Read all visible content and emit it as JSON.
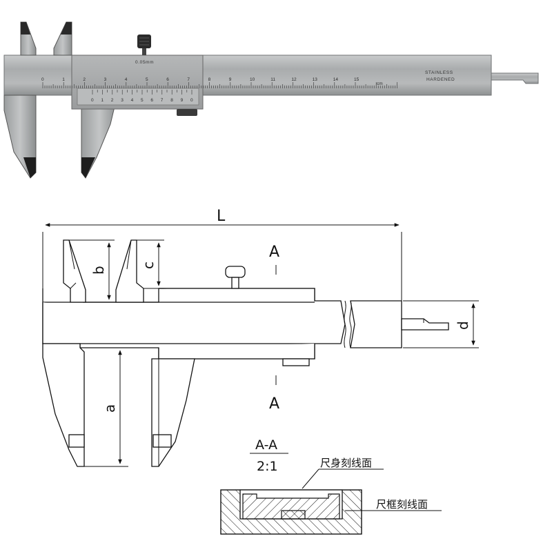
{
  "photo": {
    "main_scale_numbers": [
      "0",
      "1",
      "2",
      "3",
      "4",
      "5",
      "6",
      "7",
      "8",
      "9",
      "10",
      "11",
      "12",
      "13",
      "14",
      "15"
    ],
    "unit_label": "cm",
    "resolution_label": "0.05mm",
    "engraving_line1": "STAINLESS",
    "engraving_line2": "HARDENED",
    "vernier_numbers": [
      "0",
      "1",
      "2",
      "3",
      "4",
      "5",
      "6",
      "7",
      "8",
      "9",
      "0"
    ]
  },
  "drawing": {
    "label_L": "L",
    "label_a": "a",
    "label_b": "b",
    "label_c": "c",
    "label_d": "d",
    "section_top": "A",
    "section_bottom": "A"
  },
  "section": {
    "title": "A-A",
    "scale": "2:1",
    "callout_main": "尺身刻线面",
    "callout_frame": "尺框刻线面"
  }
}
